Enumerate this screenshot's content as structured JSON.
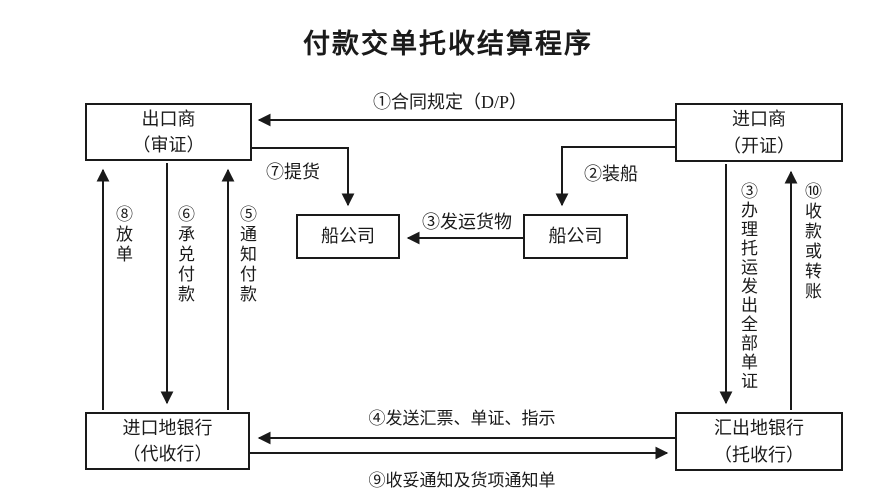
{
  "title": "付款交单托收结算程序",
  "colors": {
    "line": "#1a1a1a",
    "background": "#ffffff",
    "text": "#1a1a1a"
  },
  "nodes": {
    "exporter": {
      "line1": "出口商",
      "line2": "（审证）"
    },
    "importer": {
      "line1": "进口商",
      "line2": "（开证）"
    },
    "shipping_left": {
      "label": "船公司"
    },
    "shipping_right": {
      "label": "船公司"
    },
    "importer_bank": {
      "line1": "进口地银行",
      "line2": "（代收行）"
    },
    "remitting_bank": {
      "line1": "汇出地银行",
      "line2": "（托收行）"
    }
  },
  "edges": {
    "contract": "①合同规定（D/P）",
    "load_ship": "②装船",
    "dispatch_goods": "③发运货物",
    "consign_docs": "③办理托运发出全部单证",
    "send_drafts": "④发送汇票、单证、指示",
    "notify_payment": "⑤通知付款",
    "accept_payment": "⑥承兑付款",
    "take_delivery": "⑦提货",
    "release_docs": "⑧放单",
    "receipt_notice": "⑨收妥通知及货项通知单",
    "collect_transfer": "⑩收款或转账"
  }
}
